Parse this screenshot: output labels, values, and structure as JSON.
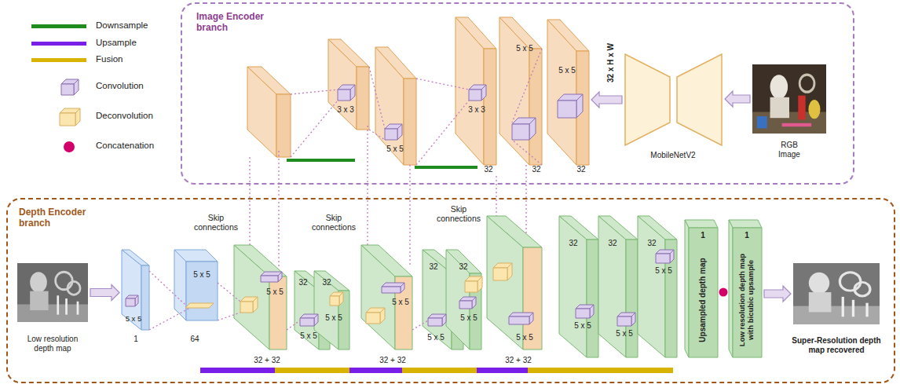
{
  "diagram": {
    "nodes": [
      {
        "text": [
          "Image Encoder branch"
        ]
      },
      {
        "text": [
          "5 x 5",
          "32"
        ],
        "in": 0
      },
      {
        "text": [
          "MobileNetV2"
        ],
        "in": 0
      },
      {
        "text": [
          "RGB Image"
        ],
        "in": 0
      },
      {
        "text": [
          "Depth Encoder branch"
        ]
      },
      {
        "text": [
          "Low resolution depth map"
        ],
        "in": 4
      },
      {
        "text": [
          "5 x 5",
          "1"
        ],
        "in": 4
      },
      {
        "text": [
          "1",
          "Upsampled depth map"
        ],
        "in": 4
      },
      {
        "text": [
          "1",
          "Low resolution depth map with bicubic upsample"
        ],
        "in": 4
      },
      {
        "text": [
          "Super-Resolution depth map recovered"
        ],
        "in": 4
      }
    ],
    "edges": [
      {
        "from": 3,
        "to": 2,
        "arrow": "to"
      },
      {
        "from": 2,
        "to": 1,
        "arrow": "to"
      },
      {
        "from": 5,
        "to": 6,
        "arrow": "to"
      },
      {
        "from": 8,
        "to": 9,
        "arrow": "to"
      }
    ],
    "labels": [
      "3 x 3",
      "5 x 5",
      "3 x 3",
      "32",
      "5 x 5",
      "32",
      "32 x H x W",
      "Skip connections",
      "Skip connections",
      "Skip connections",
      "5 x 5",
      "64",
      "5 x 5",
      "32 + 32",
      "32",
      "32",
      "5 x 5",
      "5 x 5",
      "5 x 5",
      "32 + 32",
      "32",
      "32",
      "5 x 5",
      "5 x 5",
      "5 x 5",
      "32 + 32",
      "32",
      "32",
      "32",
      "5 x 5",
      "5 x 5",
      "5 x 5"
    ],
    "legend": [
      {
        "text": "Downsample",
        "color": "#1e8c1e"
      },
      {
        "text": "Upsample",
        "color": "#7a1fe8"
      },
      {
        "text": "Fusion",
        "color": "#d8b400"
      },
      {
        "text": "Convolution"
      },
      {
        "text": "Deconvolution"
      },
      {
        "text": "Concatenation"
      }
    ]
  }
}
